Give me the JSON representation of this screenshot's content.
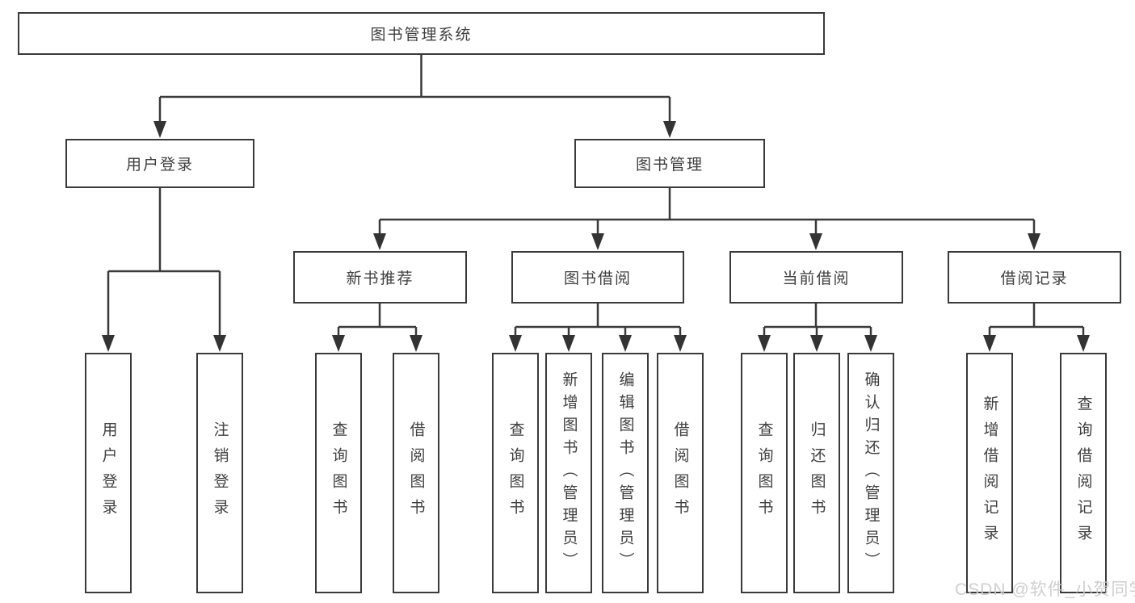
{
  "diagram": {
    "type": "hierarchy-tree",
    "watermark": "CSDN @软件_小贺同学",
    "colors": {
      "background": "#ffffff",
      "box_border": "#3a3a3a",
      "line": "#3a3a3a",
      "text": "#3f3f3f",
      "watermark": "#cbcbcb"
    },
    "tree": {
      "label": "图书管理系统",
      "children": [
        {
          "label": "用户登录",
          "children": [
            {
              "label": "用户登录"
            },
            {
              "label": "注销登录"
            }
          ]
        },
        {
          "label": "图书管理",
          "children": [
            {
              "label": "新书推荐",
              "children": [
                {
                  "label": "查询图书"
                },
                {
                  "label": "借阅图书"
                }
              ]
            },
            {
              "label": "图书借阅",
              "children": [
                {
                  "label": "查询图书"
                },
                {
                  "label": "新增图书（管理员）"
                },
                {
                  "label": "编辑图书（管理员）"
                },
                {
                  "label": "借阅图书"
                }
              ]
            },
            {
              "label": "当前借阅",
              "children": [
                {
                  "label": "查询图书"
                },
                {
                  "label": "归还图书"
                },
                {
                  "label": "确认归还（管理员）"
                }
              ]
            },
            {
              "label": "借阅记录",
              "children": [
                {
                  "label": "新增借阅记录"
                },
                {
                  "label": "查询借阅记录"
                }
              ]
            }
          ]
        }
      ]
    }
  }
}
